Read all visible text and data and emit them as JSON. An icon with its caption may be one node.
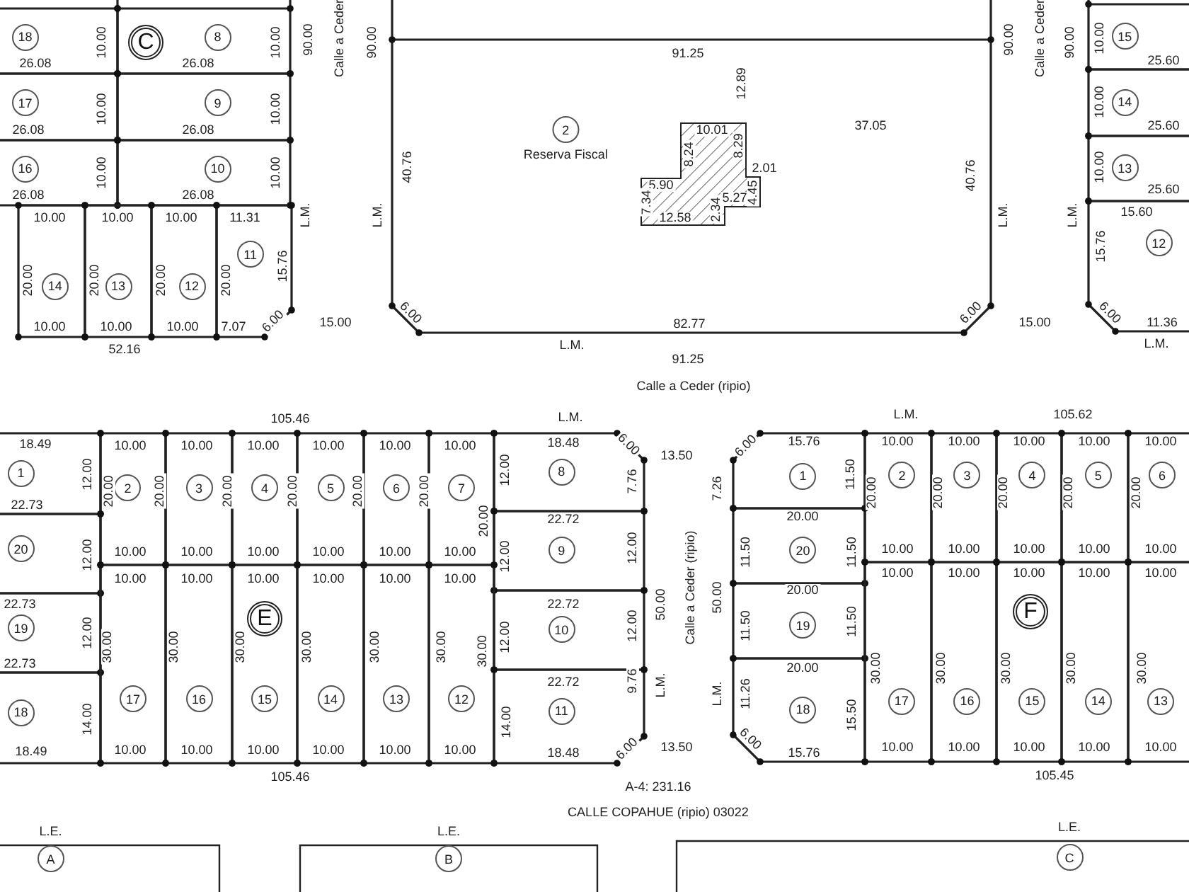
{
  "diagram": {
    "nodes": [
      {
        "text": [
          "18"
        ]
      },
      {
        "text": [
          "8"
        ]
      },
      {
        "text": [
          "17"
        ]
      },
      {
        "text": [
          "9"
        ]
      },
      {
        "text": [
          "16"
        ]
      },
      {
        "text": [
          "10"
        ]
      },
      {
        "text": [
          "14"
        ]
      },
      {
        "text": [
          "13"
        ]
      },
      {
        "text": [
          "12"
        ]
      },
      {
        "text": [
          "11"
        ]
      },
      {
        "text": [
          "2",
          "Reserva Fiscal"
        ]
      },
      {
        "text": [
          "15"
        ]
      },
      {
        "text": [
          "14"
        ]
      },
      {
        "text": [
          "13"
        ]
      },
      {
        "text": [
          "12"
        ]
      },
      {
        "text": [
          "1"
        ]
      },
      {
        "text": [
          "2"
        ]
      },
      {
        "text": [
          "3"
        ]
      },
      {
        "text": [
          "4"
        ]
      },
      {
        "text": [
          "5"
        ]
      },
      {
        "text": [
          "6"
        ]
      },
      {
        "text": [
          "7"
        ]
      },
      {
        "text": [
          "8"
        ]
      },
      {
        "text": [
          "20"
        ]
      },
      {
        "text": [
          "9"
        ]
      },
      {
        "text": [
          "19"
        ]
      },
      {
        "text": [
          "10"
        ]
      },
      {
        "text": [
          "18"
        ]
      },
      {
        "text": [
          "17"
        ]
      },
      {
        "text": [
          "16"
        ]
      },
      {
        "text": [
          "15"
        ]
      },
      {
        "text": [
          "14"
        ]
      },
      {
        "text": [
          "13"
        ]
      },
      {
        "text": [
          "12"
        ]
      },
      {
        "text": [
          "11"
        ]
      },
      {
        "text": [
          "1"
        ]
      },
      {
        "text": [
          "2"
        ]
      },
      {
        "text": [
          "3"
        ]
      },
      {
        "text": [
          "4"
        ]
      },
      {
        "text": [
          "5"
        ]
      },
      {
        "text": [
          "6"
        ]
      },
      {
        "text": [
          "20"
        ]
      },
      {
        "text": [
          "19"
        ]
      },
      {
        "text": [
          "18"
        ]
      },
      {
        "text": [
          "17"
        ]
      },
      {
        "text": [
          "16"
        ]
      },
      {
        "text": [
          "15"
        ]
      },
      {
        "text": [
          "14"
        ]
      },
      {
        "text": [
          "13"
        ]
      },
      {
        "text": [
          "A"
        ],
        "beside": [
          "L.E."
        ]
      },
      {
        "text": [
          "B"
        ],
        "beside": [
          "L.E."
        ]
      },
      {
        "text": [
          "C"
        ],
        "beside": [
          "L.E."
        ]
      }
    ],
    "labels": [
      "10.00",
      "26.08",
      "C",
      "26.08",
      "10.00",
      "10.00",
      "26.08",
      "26.08",
      "10.00",
      "10.00",
      "26.08",
      "26.08",
      "10.00",
      "10.00",
      "10.00",
      "10.00",
      "11.31",
      "20.00",
      "20.00",
      "20.00",
      "20.00",
      "15.76",
      "10.00",
      "10.00",
      "10.00",
      "7.07",
      "6.00",
      "52.16",
      "L.M.",
      "15.00",
      "90.00",
      "Calle a Ceder",
      "90.00",
      "91.25",
      "12.89",
      "37.05",
      "40.76",
      "10.01",
      "8.24",
      "8.29",
      "2.01",
      "5.90",
      "7.34",
      "12.58",
      "2.34",
      "5.27",
      "4.45",
      "40.76",
      "L.M.",
      "L.M.",
      "6.00",
      "6.00",
      "82.77",
      "15.00",
      "L.M.",
      "91.25",
      "Calle a Ceder (ripio)",
      "90.00",
      "Calle a Ceder",
      "90.00",
      "10.00",
      "25.60",
      "10.00",
      "25.60",
      "10.00",
      "25.60",
      "L.M.",
      "15.60",
      "15.76",
      "6.00",
      "11.36",
      "L.M.",
      "105.46",
      "L.M.",
      "18.49",
      "10.00",
      "10.00",
      "10.00",
      "10.00",
      "10.00",
      "10.00",
      "18.48",
      "6.00",
      "13.50",
      "12.00",
      "20.00",
      "20.00",
      "20.00",
      "20.00",
      "20.00",
      "20.00",
      "20.00",
      "12.00",
      "7.76",
      "22.73",
      "22.72",
      "12.00",
      "10.00",
      "10.00",
      "10.00",
      "10.00",
      "10.00",
      "10.00",
      "12.00",
      "12.00",
      "10.00",
      "10.00",
      "10.00",
      "10.00",
      "10.00",
      "10.00",
      "22.73",
      "22.72",
      "E",
      "12.00",
      "30.00",
      "30.00",
      "30.00",
      "30.00",
      "30.00",
      "30.00",
      "30.00",
      "12.00",
      "12.00",
      "50.00",
      "Calle a Ceder (ripio)",
      "50.00",
      "22.73",
      "22.72",
      "9.76",
      "L.M.",
      "14.00",
      "14.00",
      "18.49",
      "10.00",
      "10.00",
      "10.00",
      "10.00",
      "10.00",
      "10.00",
      "18.48",
      "6.00",
      "13.50",
      "105.46",
      "L.M.",
      "105.62",
      "6.00",
      "15.76",
      "10.00",
      "10.00",
      "10.00",
      "10.00",
      "10.00",
      "7.26",
      "11.50",
      "20.00",
      "20.00",
      "20.00",
      "20.00",
      "20.00",
      "20.00",
      "10.00",
      "10.00",
      "10.00",
      "10.00",
      "10.00",
      "11.50",
      "11.50",
      "10.00",
      "10.00",
      "10.00",
      "10.00",
      "10.00",
      "20.00",
      "F",
      "11.50",
      "11.50",
      "20.00",
      "30.00",
      "30.00",
      "30.00",
      "30.00",
      "30.00",
      "L.M.",
      "11.26",
      "15.50",
      "6.00",
      "15.76",
      "10.00",
      "10.00",
      "10.00",
      "10.00",
      "10.00",
      "105.45",
      "A-4: 231.16",
      "CALLE COPAHUE (ripio) 03022"
    ]
  }
}
